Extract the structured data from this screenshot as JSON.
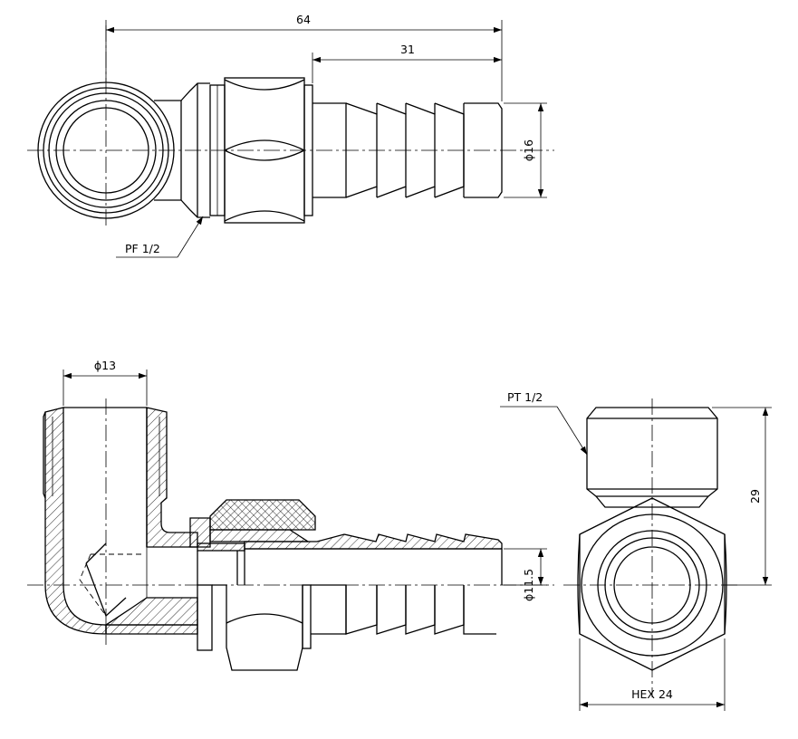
{
  "dimensions": {
    "overall_length": "64",
    "barb_length": "31",
    "barb_diameter": "ϕ16",
    "bore_diameter": "ϕ13",
    "inner_diameter": "ϕ11.5",
    "height": "29",
    "hex_size": "HEX 24"
  },
  "threads": {
    "nut_thread": "PF 1/2",
    "male_thread": "PT 1/2"
  }
}
